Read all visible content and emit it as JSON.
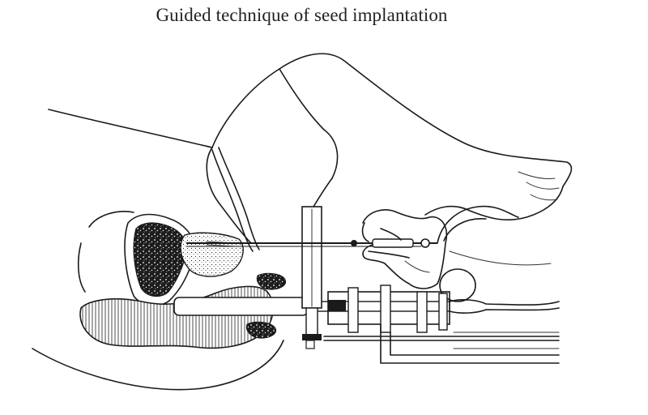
{
  "figure": {
    "title": "Guided technique of seed implantation"
  },
  "colors": {
    "ink": "#1a1a1a",
    "background": "#ffffff",
    "bladder_fill": "#1c1c1c"
  },
  "parts": {
    "patient_outline": "patient-outline",
    "leg": "raised-leg",
    "bladder": "bladder",
    "prostate": "prostate",
    "rectum": "rectum",
    "template_grid": "needle-template-grid",
    "needle": "implant-needle",
    "ultrasound_probe": "transrectal-ultrasound-probe",
    "stepper": "probe-stepper",
    "hand": "operator-hand"
  }
}
